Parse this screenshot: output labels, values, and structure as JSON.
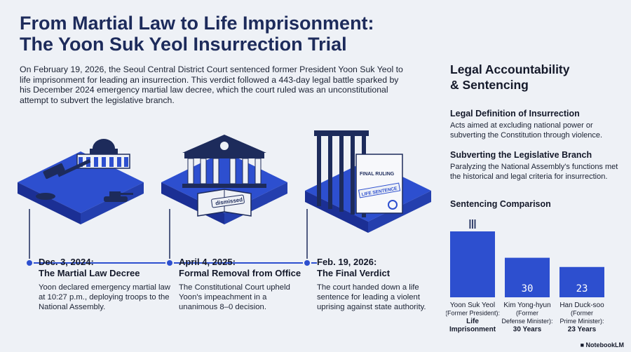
{
  "header": {
    "title_line1": "From Martial Law to Life Imprisonment:",
    "title_line2": "The Yoon Suk Yeol Insurrection Trial",
    "intro": "On February 19, 2026, the Seoul Central District Court sentenced former President Yoon Suk Yeol to life imprisonment for leading an insurrection. This verdict followed a 443-day legal battle sparked by his December 2024 emergency martial law decree, which the court ruled was an unconstitutional attempt to subvert the legislative branch."
  },
  "illustrations": {
    "dismissed_label": "dismissed",
    "final_ruling_label": "FINAL RULING",
    "life_sentence_label": "LIFE SENTENCE"
  },
  "timeline": [
    {
      "date": "Dec. 3, 2024:",
      "title": "The Martial Law Decree",
      "desc": "Yoon declared emergency martial law at 10:27 p.m., deploying troops to the National Assembly."
    },
    {
      "date": "April 4, 2025:",
      "title": "Formal Removal from Office",
      "desc": "The Constitutional Court upheld Yoon's impeachment in a unanimous 8–0 decision."
    },
    {
      "date": "Feb. 19, 2026:",
      "title": "The Final Verdict",
      "desc": "The court handed down a life sentence for leading a violent uprising against state authority."
    }
  ],
  "sidebar": {
    "title_line1": "Legal Accountability",
    "title_line2": "& Sentencing",
    "sections": [
      {
        "heading": "Legal Definition of Insurrection",
        "text": "Acts aimed at excluding national power or subverting the Constitution through violence."
      },
      {
        "heading": "Subverting the Legislative Branch",
        "text": "Paralyzing the National Assembly's functions met the historical and legal criteria for insurrection."
      }
    ],
    "sentencing_title": "Sentencing Comparison"
  },
  "chart_data": {
    "type": "bar",
    "title": "Sentencing Comparison",
    "categories": [
      "Yoon Suk Yeol",
      "Kim Yong-hyun",
      "Han Duck-soo"
    ],
    "roles": [
      "(Former President):",
      "(Former Defense Minister):",
      "(Former Prime Minister):"
    ],
    "sentence_labels": [
      "Life Imprisonment",
      "30 Years",
      "23 Years"
    ],
    "bar_labels": [
      "Ⅲ",
      "30",
      "23"
    ],
    "values": [
      50,
      30,
      23
    ],
    "ylim": [
      0,
      50
    ],
    "color": "#2d4fcf"
  },
  "footer": {
    "brand": "NotebookLM"
  }
}
